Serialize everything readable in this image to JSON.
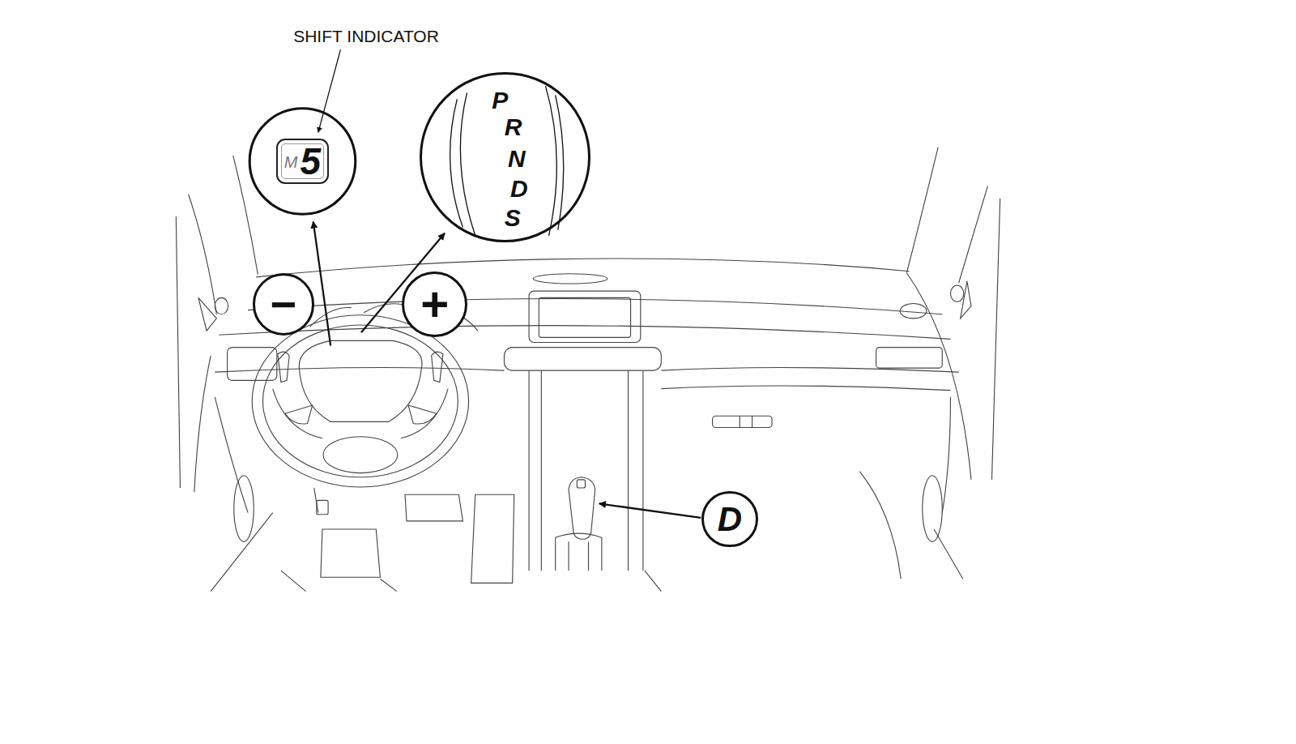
{
  "diagram": {
    "nodes": [
      {
        "text": [
          "M",
          "5"
        ]
      },
      {
        "text": [
          "P",
          "R",
          "N",
          "D",
          "S"
        ]
      },
      {
        "text": [
          "−"
        ]
      },
      {
        "text": [
          "+"
        ]
      },
      {
        "text": [
          "D"
        ]
      }
    ],
    "labels": [
      "SHIFT INDICATOR"
    ]
  }
}
